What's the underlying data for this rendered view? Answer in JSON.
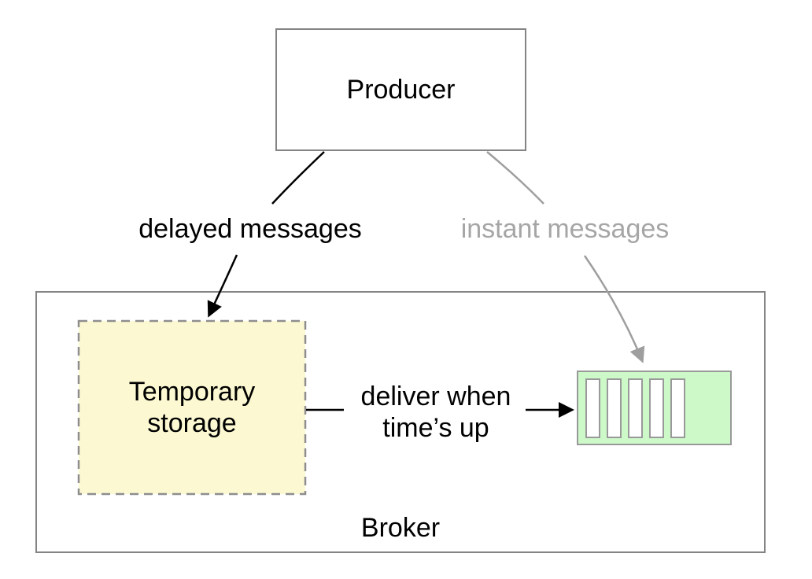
{
  "diagram": {
    "producer": {
      "label": "Producer"
    },
    "broker": {
      "label": "Broker"
    },
    "temporary_storage": {
      "label": "Temporary storage",
      "lines": [
        "Temporary",
        "storage"
      ]
    },
    "queue": {
      "slot_count": 5
    },
    "edges": {
      "delayed": {
        "label": "delayed messages"
      },
      "instant": {
        "label": "instant messages"
      },
      "deliver": {
        "label": "deliver when time’s up",
        "lines": [
          "deliver when",
          "time’s up"
        ]
      }
    }
  },
  "colors": {
    "storage_fill": "#fcf9d2",
    "queue_fill": "#cdf8c8",
    "slot_fill": "#ffffff",
    "gray_text": "#a6a6a6",
    "gray_arrow": "#9e9e9e",
    "box_border": "#848484",
    "dashed_border": "#8e8e8e",
    "slot_border": "#999999",
    "ink": "#000000"
  }
}
